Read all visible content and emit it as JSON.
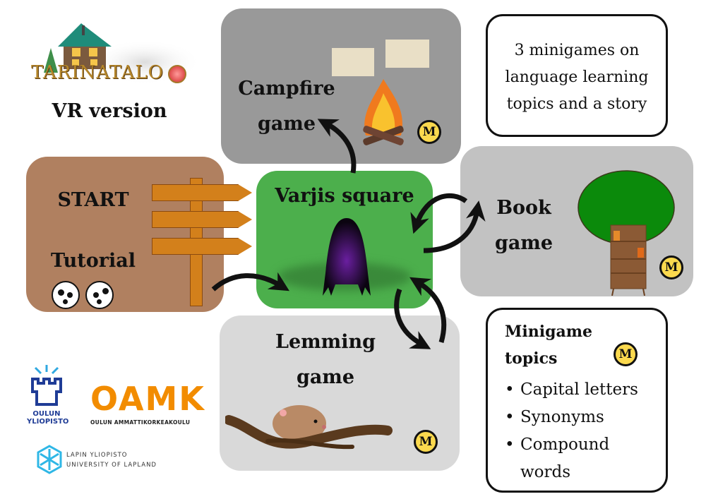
{
  "header": {
    "logo_text": "TARINATALO",
    "subtitle": "VR version"
  },
  "info_box": {
    "text_lines": [
      "3 minigames on",
      "language learning",
      "topics and a story"
    ]
  },
  "nodes": {
    "start": {
      "title": "START",
      "subtitle": "Tutorial",
      "color": "#b08060"
    },
    "campfire": {
      "title_lines": [
        "Campfire",
        "game"
      ],
      "badge": "M",
      "color": "#999999"
    },
    "varjis": {
      "title": "Varjis square",
      "color": "#4caf4c"
    },
    "book": {
      "title_lines": [
        "Book",
        "game"
      ],
      "badge": "M",
      "color": "#c2c2c2"
    },
    "lemming": {
      "title_lines": [
        "Lemming",
        "game"
      ],
      "badge": "M",
      "color": "#d9d9d9"
    }
  },
  "topics_box": {
    "title_lines": [
      "Minigame",
      "topics"
    ],
    "badge": "M",
    "items": [
      "Capital letters",
      "Synonyms",
      "Compound",
      "words"
    ]
  },
  "logos": {
    "oulu": [
      "OULUN",
      "YLIOPISTO"
    ],
    "oamk_main": "OAMK",
    "oamk_sub": "OULUN AMMATTIKORKEAKOULU",
    "lapland": [
      "LAPIN YLIOPISTO",
      "UNIVERSITY OF LAPLAND"
    ]
  },
  "colors": {
    "badge_yellow": "#fbd94e",
    "oamk_orange": "#f28c00",
    "oulu_blue": "#1f3c96",
    "lapland_cyan": "#2fb7e6"
  }
}
